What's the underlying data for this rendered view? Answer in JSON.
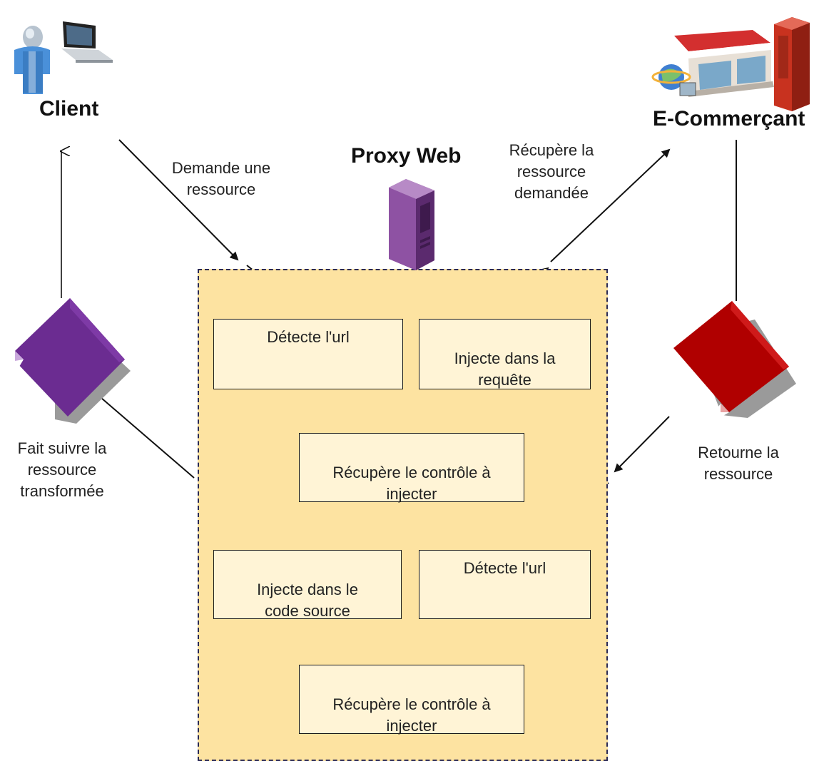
{
  "client": {
    "label": "Client"
  },
  "merchant": {
    "label": "E-Commerçant"
  },
  "proxy": {
    "label": "Proxy Web"
  },
  "flows": {
    "request_resource": "Demande une\nressource",
    "fetch_resource": "Récupère la\nressource\ndemandée",
    "return_resource": "Retourne la\nressource",
    "forward_resource": "Fait suivre la\nressource\ntransformée"
  },
  "steps": {
    "detect_url_top": "Détecte l'url",
    "inject_request": "Injecte dans la\nrequête",
    "get_control_top": "Récupère le contrôle à\ninjecter",
    "inject_source": "Injecte dans le\ncode source",
    "detect_url_bottom": "Détecte l'url",
    "get_control_bottom": "Récupère le contrôle à\ninjecter"
  },
  "colors": {
    "proxy_zone": "#fde3a1",
    "step_box": "#fff4d6",
    "proxy_server": "#8a4f9e",
    "merchant_server": "#c8321f",
    "client_document": "#6b2c91",
    "merchant_document": "#b00000"
  },
  "icons": {
    "client": "user-laptop-icon",
    "merchant": "shop-server-icon",
    "proxy": "server-icon",
    "client_doc": "document-icon",
    "merchant_doc": "document-icon"
  }
}
